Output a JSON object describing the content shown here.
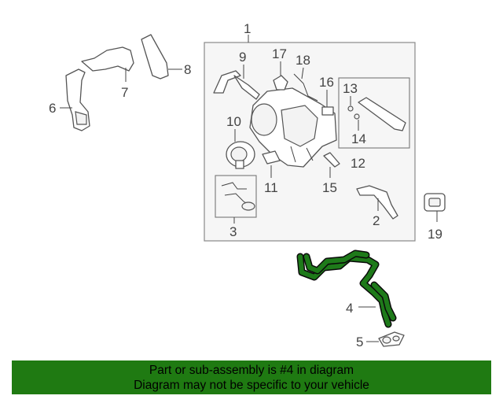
{
  "callouts": {
    "c1": "1",
    "c2": "2",
    "c3": "3",
    "c4": "4",
    "c5": "5",
    "c6": "6",
    "c7": "7",
    "c8": "8",
    "c9": "9",
    "c10": "10",
    "c11": "11",
    "c12": "12",
    "c13": "13",
    "c14": "14",
    "c15": "15",
    "c16": "16",
    "c17": "17",
    "c18": "18",
    "c19": "19"
  },
  "banner": {
    "line1": "Part or sub-assembly is #4 in diagram",
    "line2": "Diagram may not be specific to your vehicle"
  },
  "colors": {
    "highlight": "#1e7a1a",
    "banner": "#1f7a12"
  }
}
